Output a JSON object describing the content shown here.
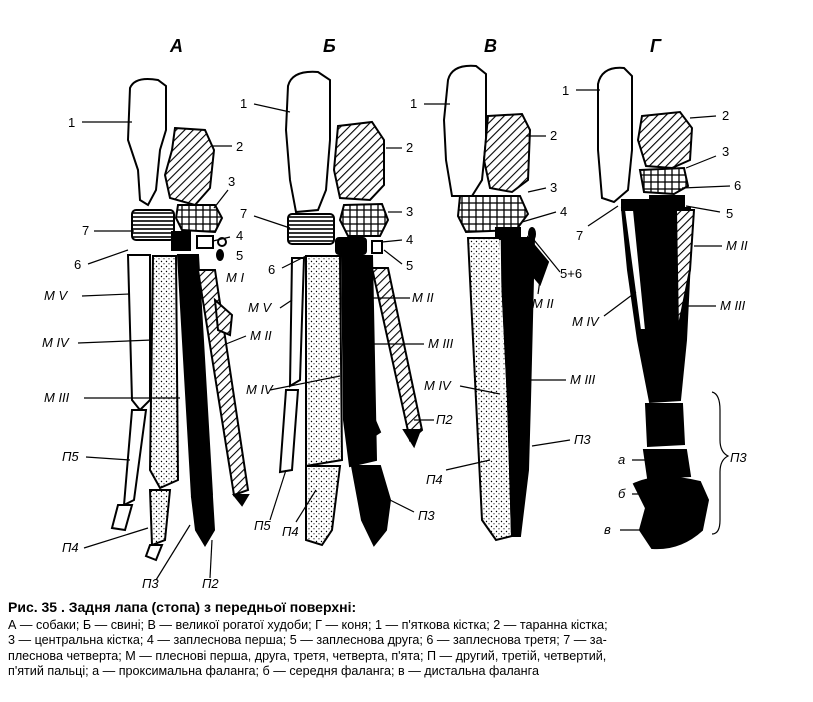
{
  "panels": [
    {
      "letter": "А"
    },
    {
      "letter": "Б"
    },
    {
      "letter": "В"
    },
    {
      "letter": "Г"
    }
  ],
  "labels": {
    "A": {
      "n1": "1",
      "n2": "2",
      "n3": "3",
      "n4": "4",
      "n5": "5",
      "n6": "6",
      "n7": "7",
      "m1": "M I",
      "m2": "M II",
      "m3": "M III",
      "m4": "M IV",
      "m5": "M V",
      "p5": "П5",
      "p4": "П4",
      "p3": "П3",
      "p2": "П2"
    },
    "B": {
      "n1": "1",
      "n2": "2",
      "n3": "3",
      "n4": "4",
      "n5": "5",
      "n6": "6",
      "n7": "7",
      "m2": "M II",
      "m3": "M III",
      "m4": "M IV",
      "m5": "M V",
      "p2": "П2",
      "p3": "П3",
      "p4": "П4",
      "p5": "П5"
    },
    "V": {
      "n1": "1",
      "n2": "2",
      "n3": "3",
      "n4": "4",
      "n56": "5+6",
      "m2": "M II",
      "m3": "M III",
      "m4": "M IV",
      "p3a": "П3",
      "p4": "П4"
    },
    "G": {
      "n1": "1",
      "n2": "2",
      "n3": "3",
      "n6": "6",
      "n5": "5",
      "n7": "7",
      "m2": "M II",
      "m3": "M III",
      "m4": "M IV",
      "p3": "П3",
      "a": "а",
      "b": "б",
      "v": "в"
    }
  },
  "caption": {
    "title": "Рис. 35 . Задня лапа (стопа) з передньої поверхні:",
    "line1": "А — собаки; Б — свині; В — великої рогатої худоби; Г — коня; 1 — п'яткова кістка; 2 — таранна кістка;",
    "line2": "3 — центральна кістка; 4 — заплеснова перша; 5 — заплеснова друга; 6 — заплеснова третя; 7 — за-",
    "line3": "плеснова четверта; М — плеснові перша, друга, третя, четверта, п'ята; П — другий, третій, четвертий,",
    "line4": "п'ятий пальці; а — проксимальна фаланга; б — середня фаланга; в — дистальна фаланга"
  }
}
